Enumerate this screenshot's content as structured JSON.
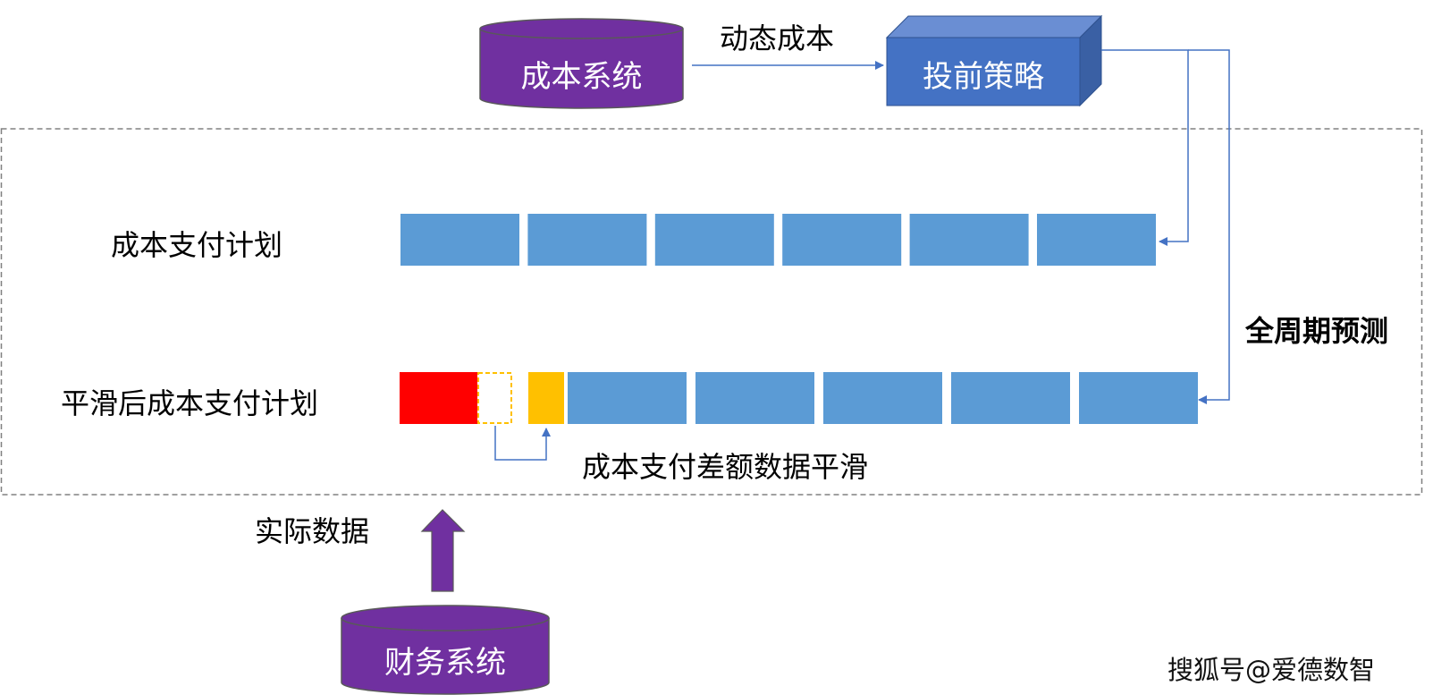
{
  "nodes": {
    "cost_system": {
      "label": "成本系统",
      "fill": "#7030A0"
    },
    "pre_investment_strategy": {
      "label": "投前策略",
      "fill": "#4472C4"
    },
    "finance_system": {
      "label": "财务系统",
      "fill": "#7030A0"
    }
  },
  "edges": {
    "dynamic_cost": {
      "label": "动态成本"
    },
    "full_cycle_forecast": {
      "label": "全周期预测"
    },
    "actual_data": {
      "label": "实际数据"
    },
    "smoothing": {
      "label": "成本支付差额数据平滑"
    }
  },
  "rows": {
    "payment_plan": {
      "label": "成本支付计划",
      "blocks": [
        {
          "type": "planned",
          "color": "#5B9BD5"
        },
        {
          "type": "planned",
          "color": "#5B9BD5"
        },
        {
          "type": "planned",
          "color": "#5B9BD5"
        },
        {
          "type": "planned",
          "color": "#5B9BD5"
        },
        {
          "type": "planned",
          "color": "#5B9BD5"
        },
        {
          "type": "planned",
          "color": "#5B9BD5"
        }
      ]
    },
    "smoothed_plan": {
      "label": "平滑后成本支付计划",
      "blocks": [
        {
          "type": "actual",
          "color": "#FF0000"
        },
        {
          "type": "gap",
          "color": "#FFC000"
        },
        {
          "type": "smoothed",
          "color": "#FFC000"
        },
        {
          "type": "planned",
          "color": "#5B9BD5"
        },
        {
          "type": "planned",
          "color": "#5B9BD5"
        },
        {
          "type": "planned",
          "color": "#5B9BD5"
        },
        {
          "type": "planned",
          "color": "#5B9BD5"
        },
        {
          "type": "planned",
          "color": "#5B9BD5"
        }
      ]
    }
  },
  "watermark": "搜狐号@爱德数智",
  "colors": {
    "connector": "#4472C4",
    "boundary": "#808080"
  }
}
